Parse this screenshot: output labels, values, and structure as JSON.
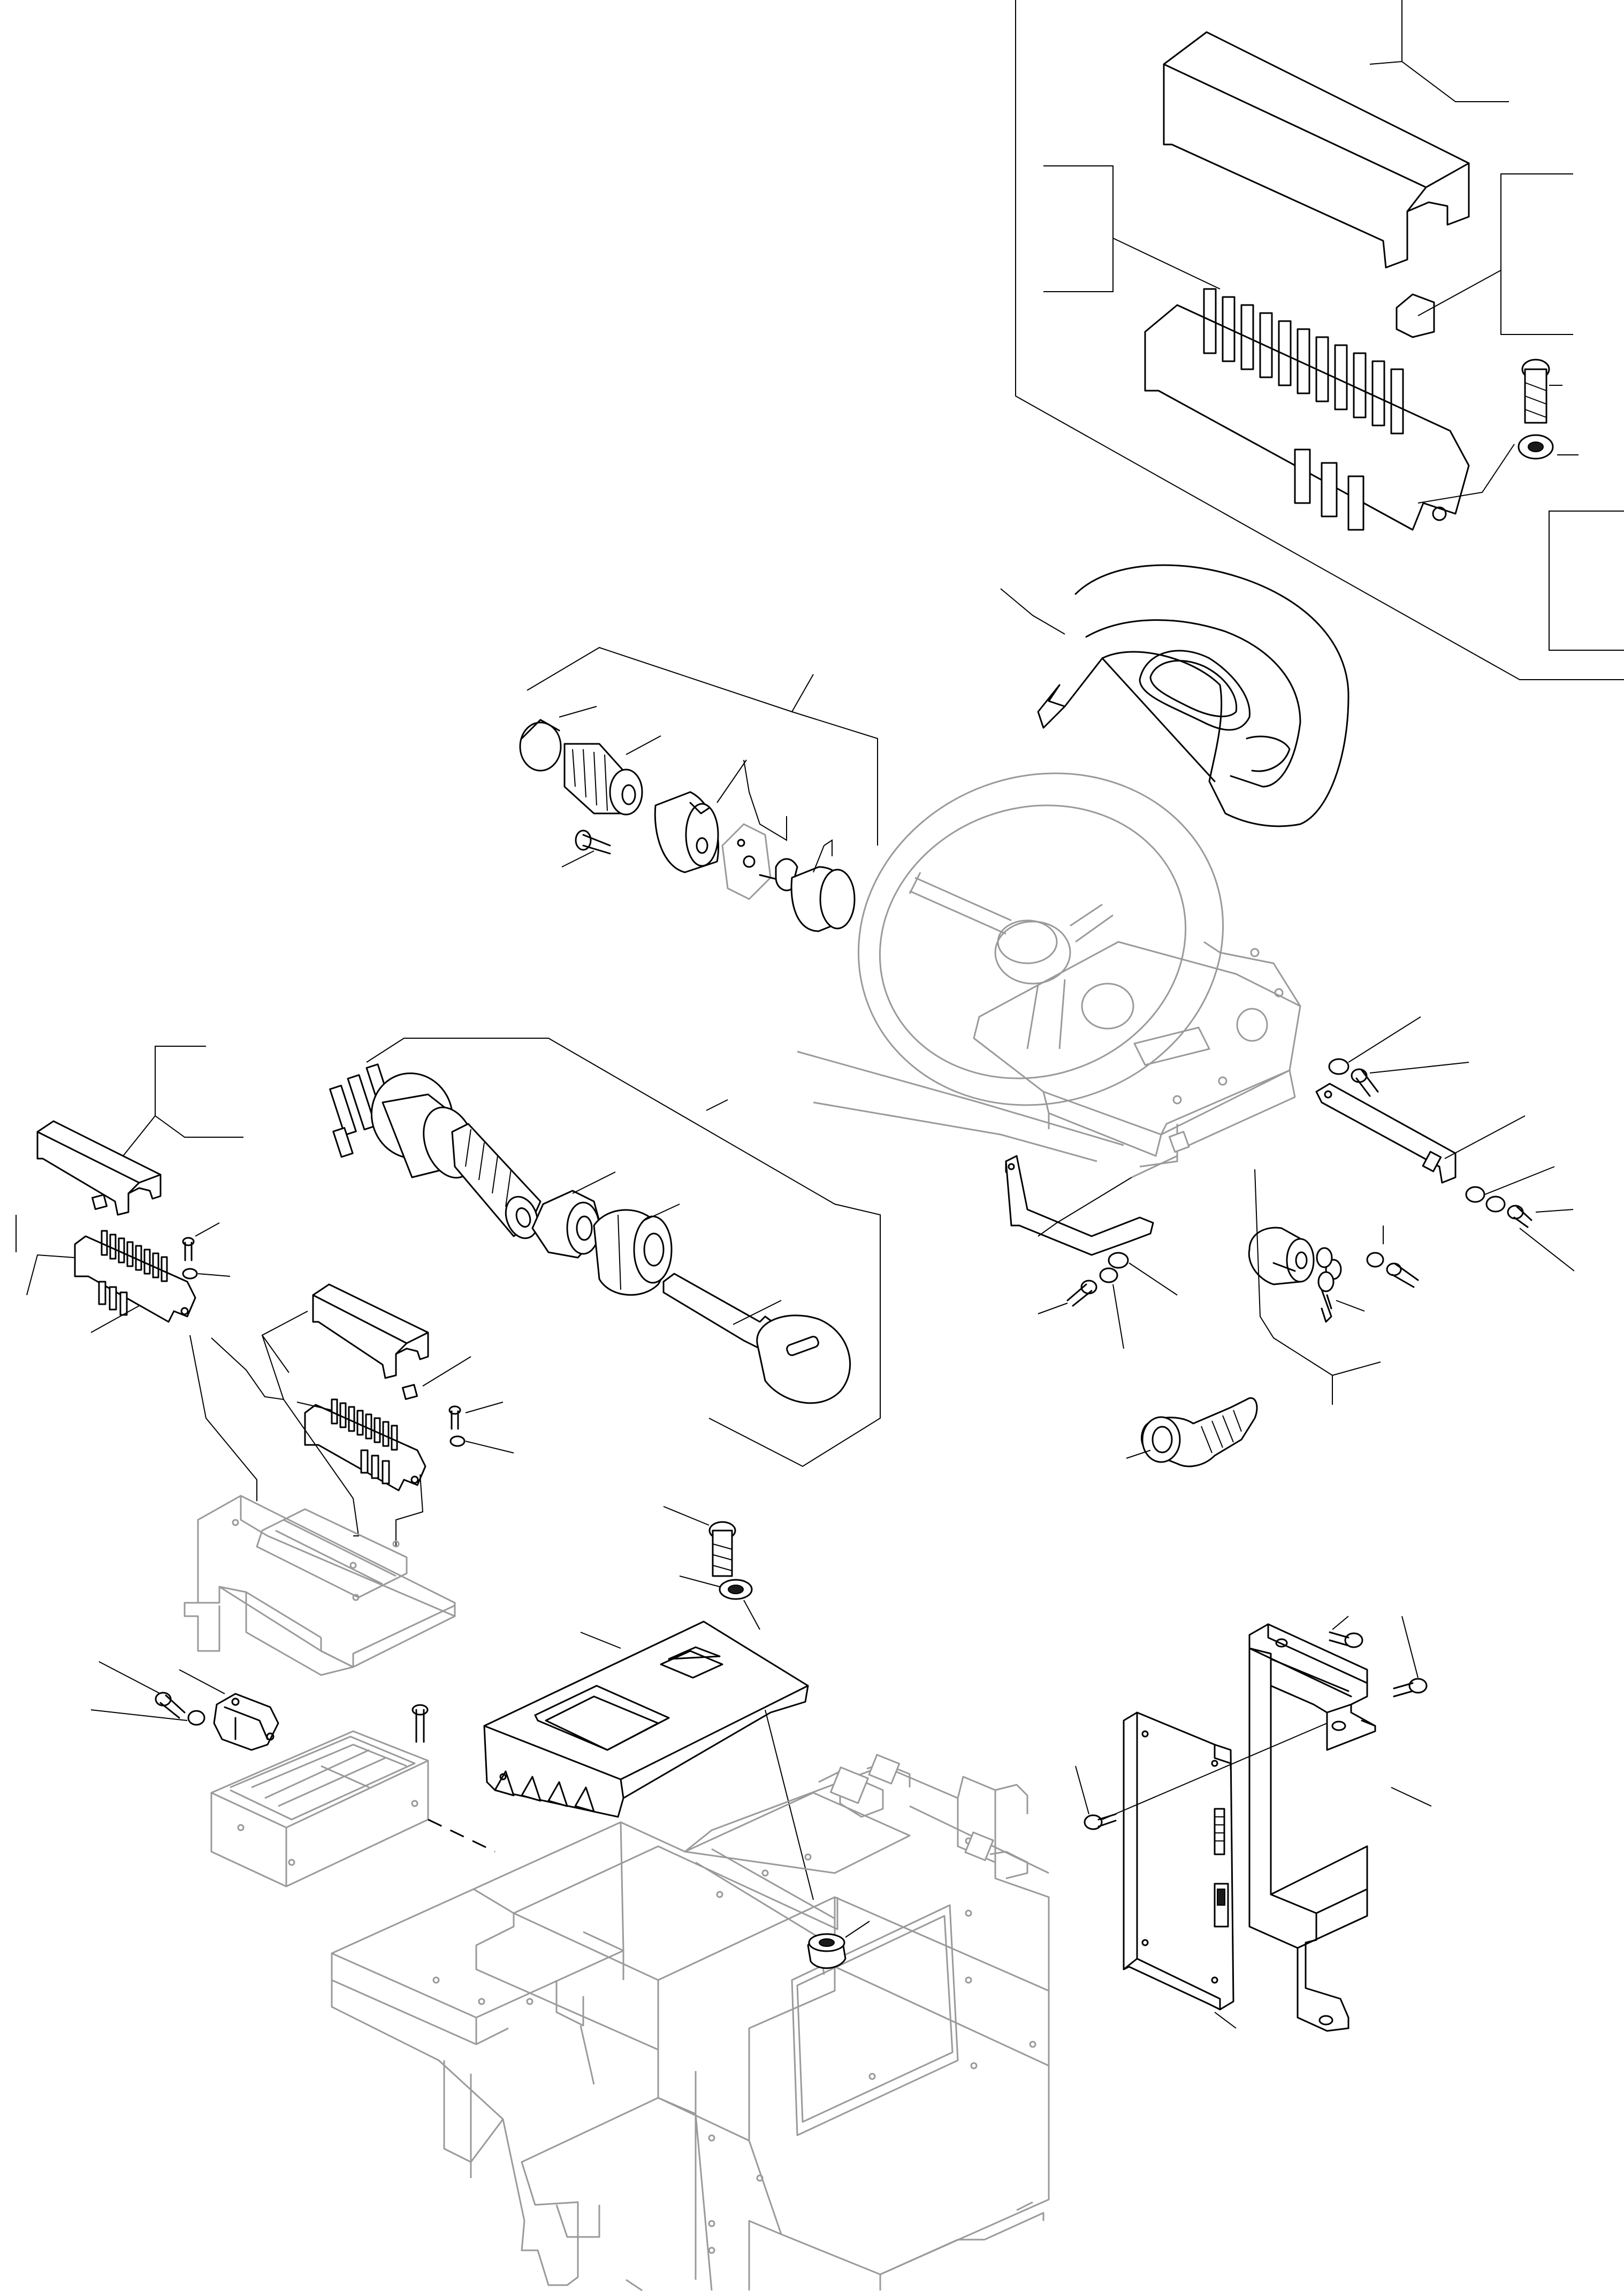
{
  "diagram": {
    "type": "exploded-parts-view",
    "colors": {
      "line": "#000000",
      "ghost_line": "#9a9a9a",
      "background": "#ffffff"
    },
    "assemblies": [
      "fuse-box-assembly-top-right",
      "steering-console-cowl",
      "rotary-switch-assembly",
      "steering-wheel-ghost",
      "ignition-switch-assembly",
      "small-fuse-box-left",
      "fuse-box-center",
      "fuse-box-bracket",
      "relay-holder",
      "battery-tray",
      "instrument-panel-housing",
      "chassis-frame-ghost",
      "control-board-with-bracket",
      "cigarette-lighter",
      "mounting-brackets",
      "fasteners"
    ]
  }
}
